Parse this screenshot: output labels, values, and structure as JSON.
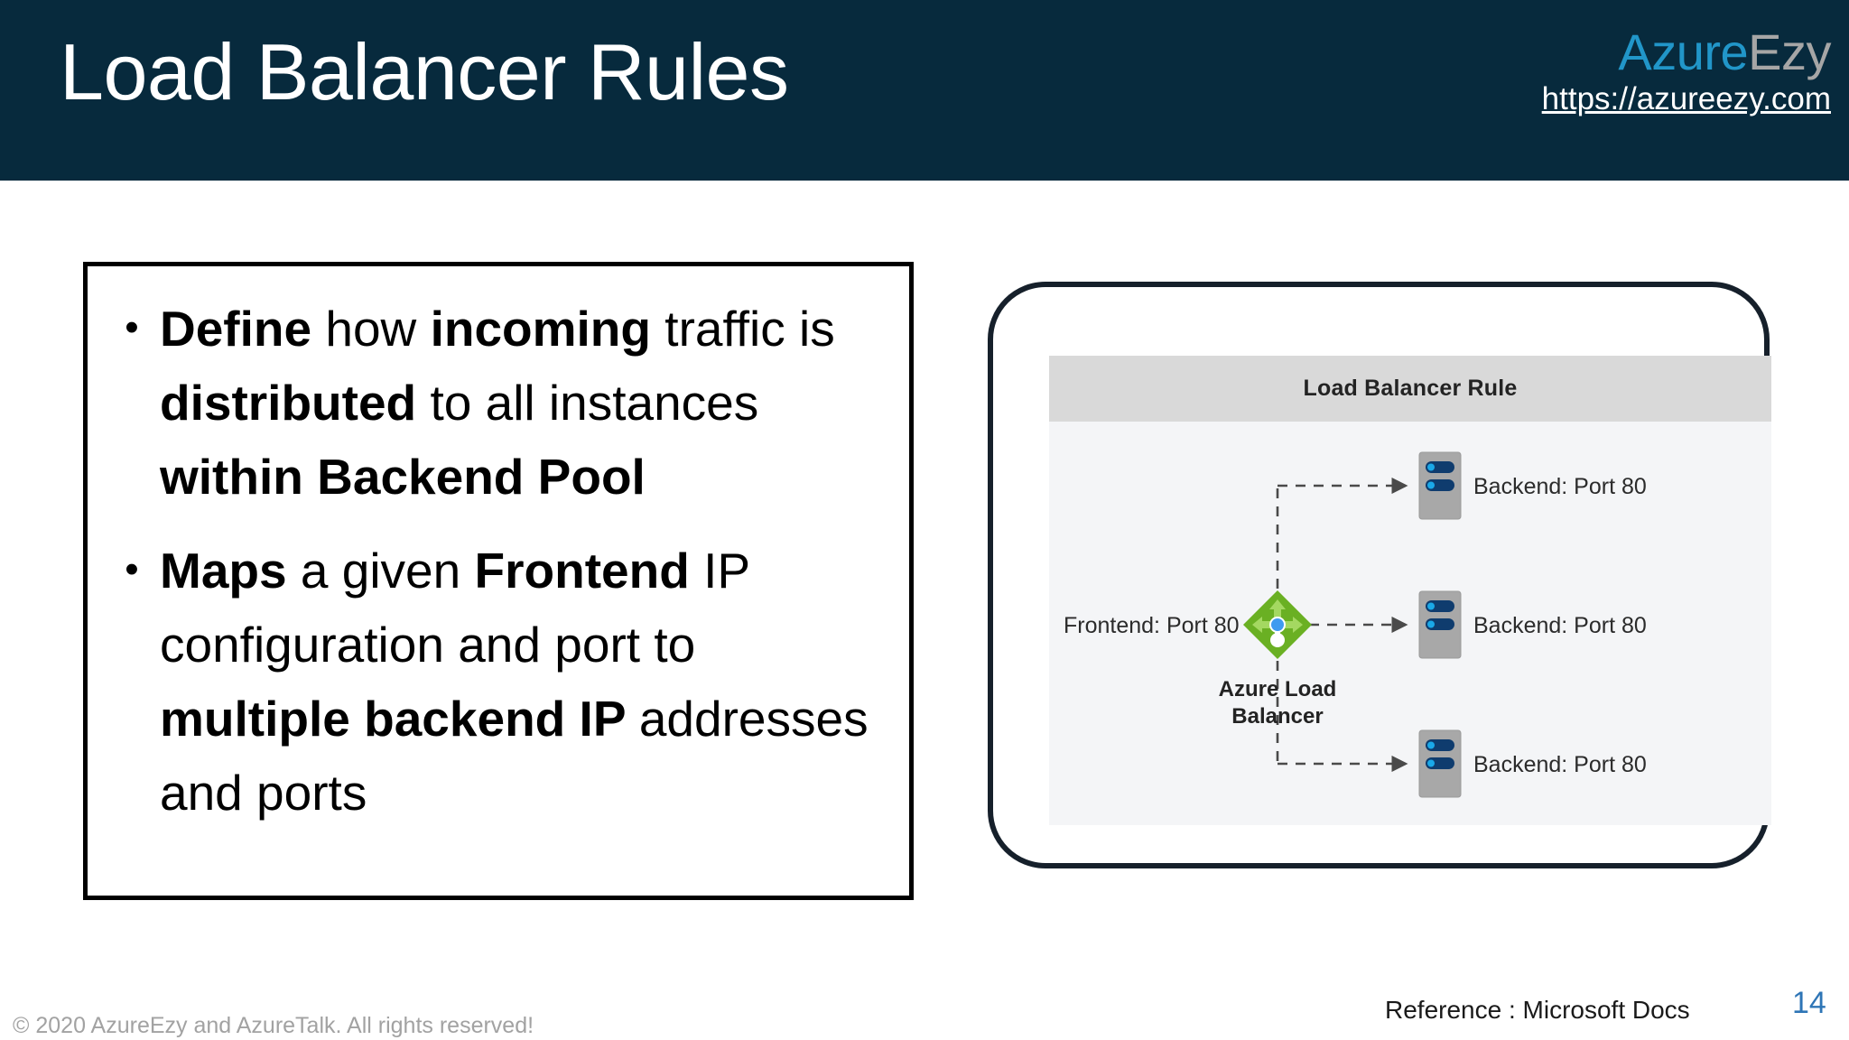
{
  "header": {
    "title": "Load Balancer Rules",
    "brand_azure": "Azure",
    "brand_ezy": "Ezy",
    "url": "https://azureezy.com",
    "band_color": "#072a3d",
    "brand_azure_color": "#2196c9",
    "brand_ezy_color": "#a6a6a6"
  },
  "content": {
    "bullets": [
      {
        "marker": "•",
        "segments": [
          {
            "text": "Define ",
            "bold": true
          },
          {
            "text": "how ",
            "bold": false
          },
          {
            "text": "incoming ",
            "bold": true
          },
          {
            "text": "traffic is ",
            "bold": false
          },
          {
            "text": "distributed ",
            "bold": true
          },
          {
            "text": "to all instances ",
            "bold": false
          },
          {
            "text": "within Backend Pool",
            "bold": true
          }
        ],
        "plain": "Define how incoming traffic is distributed to all instances within Backend Pool"
      },
      {
        "marker": "•",
        "segments": [
          {
            "text": "Maps ",
            "bold": true
          },
          {
            "text": "a given ",
            "bold": false
          },
          {
            "text": "Frontend ",
            "bold": true
          },
          {
            "text": "IP configuration and port to ",
            "bold": false
          },
          {
            "text": "multiple backend IP ",
            "bold": true
          },
          {
            "text": "addresses and ports",
            "bold": false
          }
        ],
        "plain": "Maps a given Frontend IP configuration and port to multiple backend IP addresses and ports"
      }
    ]
  },
  "diagram": {
    "header_title": "Load Balancer Rule",
    "header_bg": "#d9d9d9",
    "panel_bg": "#f4f5f7",
    "frontend_label": "Frontend: Port 80",
    "lb_caption_line1": "Azure Load",
    "lb_caption_line2": "Balancer",
    "lb_icon_color": "#6ab023",
    "lb_icon_dot_color": "#3f9bf0",
    "backends": [
      {
        "label": "Backend: Port 80"
      },
      {
        "label": "Backend: Port 80"
      },
      {
        "label": "Backend: Port 80"
      }
    ],
    "server_body_color": "#a8a8a8",
    "server_bar_color": "#0f3c6e",
    "server_led_color": "#1aa8e8",
    "connector_style": "dashed"
  },
  "footer": {
    "copyright": "© 2020 AzureEzy and AzureTalk. All rights reserved!",
    "reference": "Reference :  Microsoft Docs",
    "slide_number": "14",
    "slide_number_color": "#2e75b6"
  }
}
